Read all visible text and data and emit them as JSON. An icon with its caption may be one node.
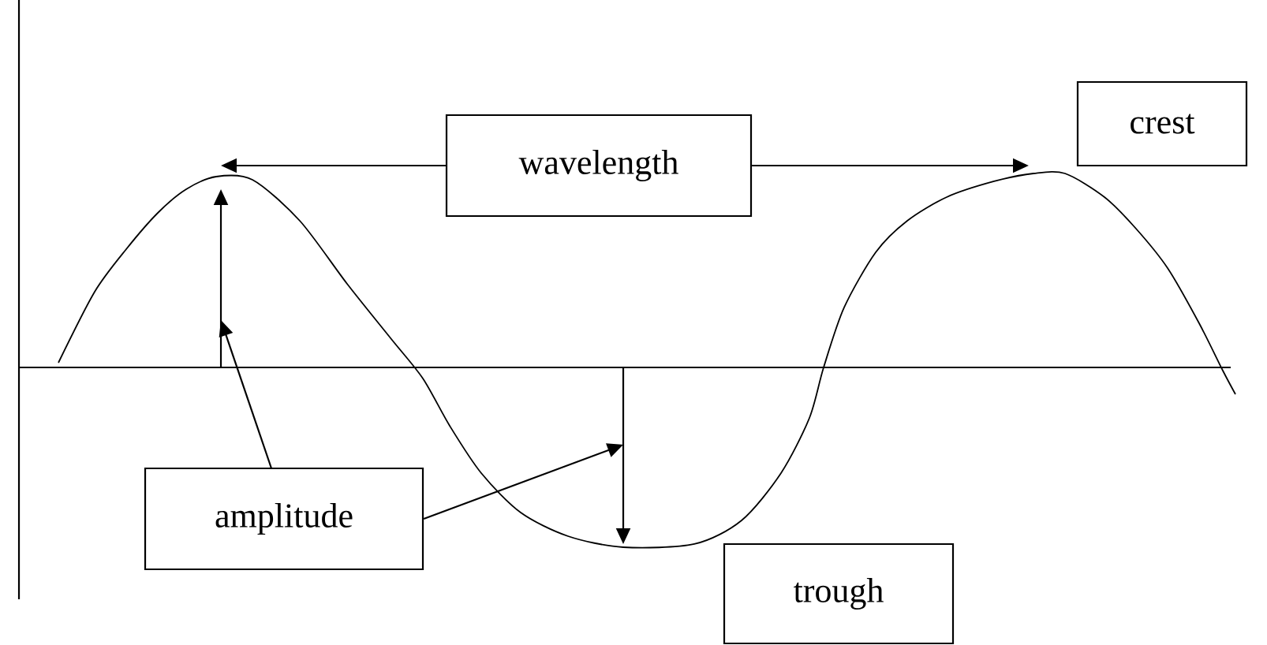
{
  "diagram": {
    "nodes": [
      {
        "text": [
          "wavelength"
        ]
      },
      {
        "text": [
          "crest"
        ]
      },
      {
        "text": [
          "amplitude"
        ]
      },
      {
        "text": [
          "trough"
        ]
      }
    ],
    "edges": [
      {
        "from": 0,
        "to": null,
        "arrow": "to"
      },
      {
        "from": 0,
        "to": null,
        "arrow": "to"
      },
      {
        "from": 2,
        "to": null,
        "arrow": "to"
      },
      {
        "from": 2,
        "to": null,
        "arrow": "to"
      }
    ]
  }
}
